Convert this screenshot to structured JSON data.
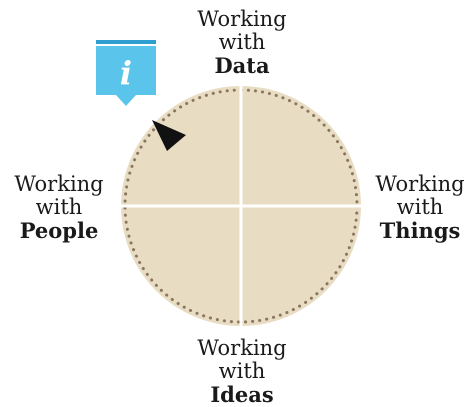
{
  "colors": {
    "circle_fill": "#e8dcc3",
    "circle_dots": "#8a7560",
    "divider": "#ffffff",
    "info_badge": "#5bc4ea",
    "info_badge_top": "#2f9fd1",
    "pointer": "#111111",
    "text": "#1a1a1a"
  },
  "icons": {
    "info": "info-icon",
    "pointer": "pointer-triangle-icon"
  },
  "labels": {
    "top": {
      "line1": "Working",
      "line2": "with",
      "line3": "Data"
    },
    "right": {
      "line1": "Working",
      "line2": "with",
      "line3": "Things"
    },
    "bottom": {
      "line1": "Working",
      "line2": "with",
      "line3": "Ideas"
    },
    "left": {
      "line1": "Working",
      "line2": "with",
      "line3": "People"
    }
  },
  "badge": {
    "letter": "i"
  }
}
